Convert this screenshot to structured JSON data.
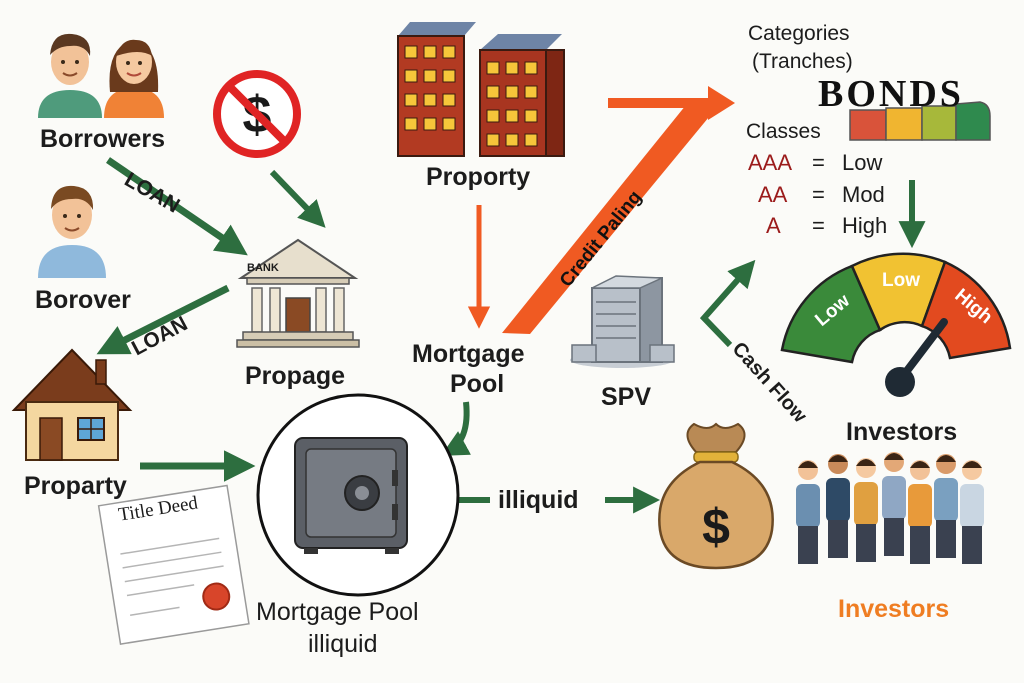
{
  "labels": {
    "borrowers": "Borrowers",
    "borrower": "Borover",
    "bank_sign": "BANK",
    "bank": "Propage",
    "property_top": "Proporty",
    "property_left": "Proparty",
    "mortgage_pool": [
      "Mortgage",
      "Pool"
    ],
    "mortgage_pool_bottom": [
      "Mortgage Pool",
      "illiquid"
    ],
    "spv": "SPV",
    "title_deed": "Title Deed",
    "categories": [
      "Categories",
      "(Tranches)"
    ],
    "bonds": "BONDS",
    "classes": "Classes",
    "investors_gauge": "Investors",
    "investors_bottom": "Investors"
  },
  "arrows": {
    "loan_1": "LOAN",
    "loan_2": "LOAN",
    "credit": "Credit Paling",
    "cash_flow": "Cash Flow",
    "illiquid": "illiquid"
  },
  "classes": [
    {
      "grade": "AAA",
      "eq": "=",
      "risk": "Low"
    },
    {
      "grade": "AA",
      "eq": "=",
      "risk": "Mod"
    },
    {
      "grade": "A",
      "eq": "=",
      "risk": "High"
    }
  ],
  "gauge": [
    "Low",
    "Low",
    "High"
  ],
  "colors": {
    "green": "#2d6e3f",
    "orange_red": "#f05a22",
    "dark_red": "#9b1b1b",
    "investors_orange": "#ef7d22"
  },
  "icons": [
    "people-icon",
    "person-icon",
    "no-money-icon",
    "bank-icon",
    "building-icon",
    "house-icon",
    "safe-icon",
    "office-icon",
    "money-bag-icon",
    "document-icon",
    "gauge-icon",
    "crowd-icon"
  ]
}
